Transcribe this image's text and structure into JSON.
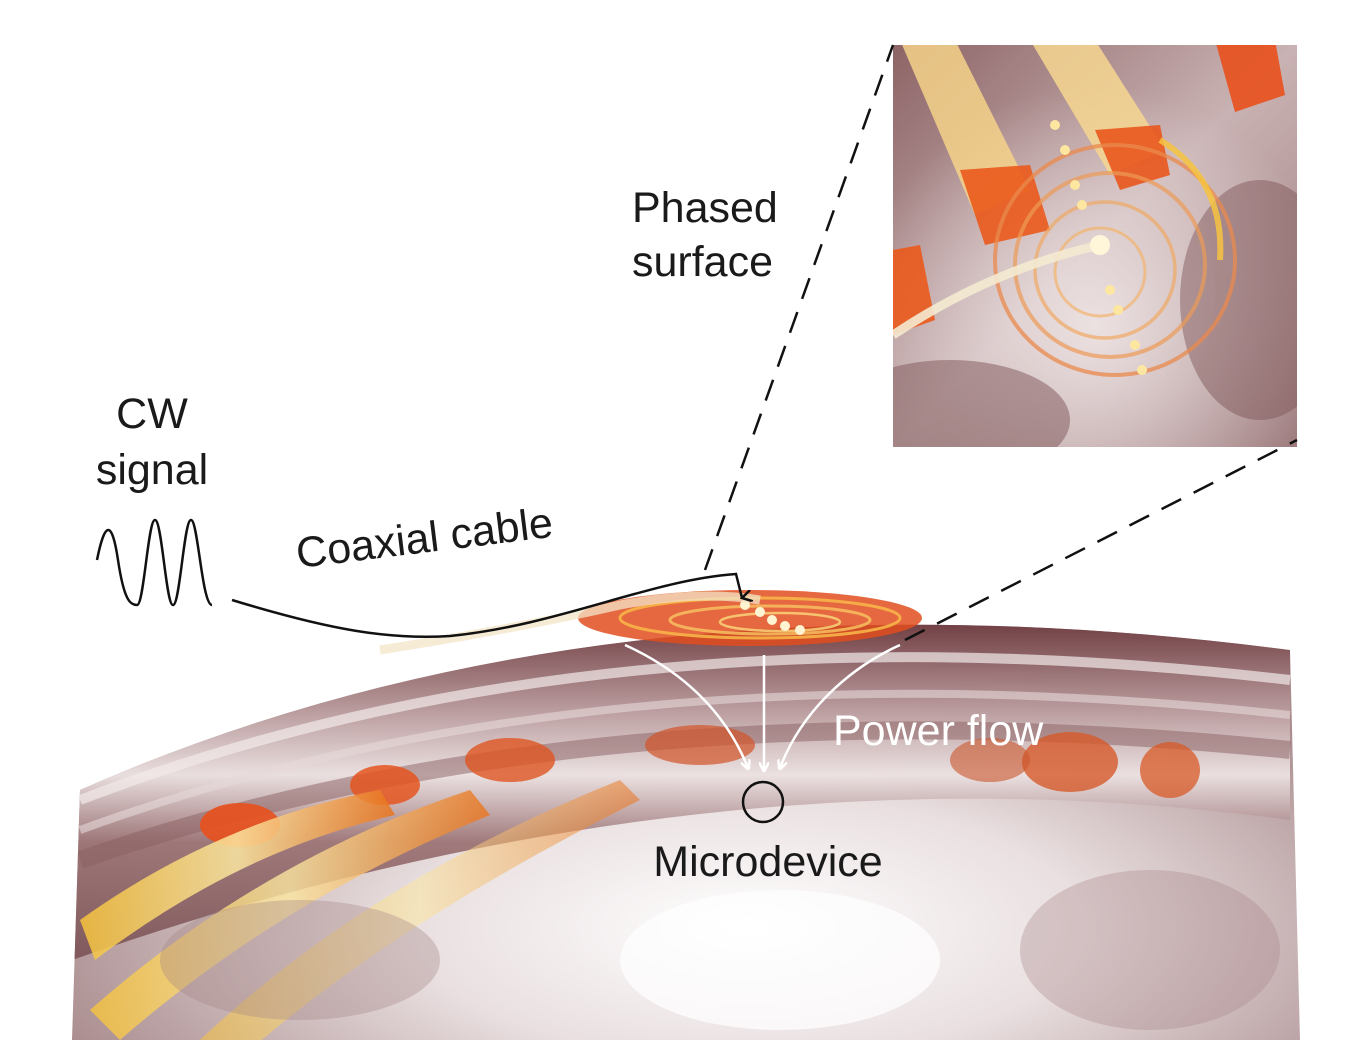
{
  "labels": {
    "phased_surface_line1": "Phased",
    "phased_surface_line2": "surface",
    "cw_signal_line1": "CW",
    "cw_signal_line2": "signal",
    "coaxial_cable": "Coaxial cable",
    "power_flow": "Power flow",
    "microdevice": "Microdevice"
  },
  "colors": {
    "tissue_dark": "#7a4a4c",
    "tissue_light": "#c9b4b5",
    "tissue_bright": "#f4eeee",
    "rib_orange": "#e8501c",
    "rib_yellow": "#f7c23a",
    "label_text": "#1a1a1a",
    "power_flow_text": "#ffffff"
  }
}
